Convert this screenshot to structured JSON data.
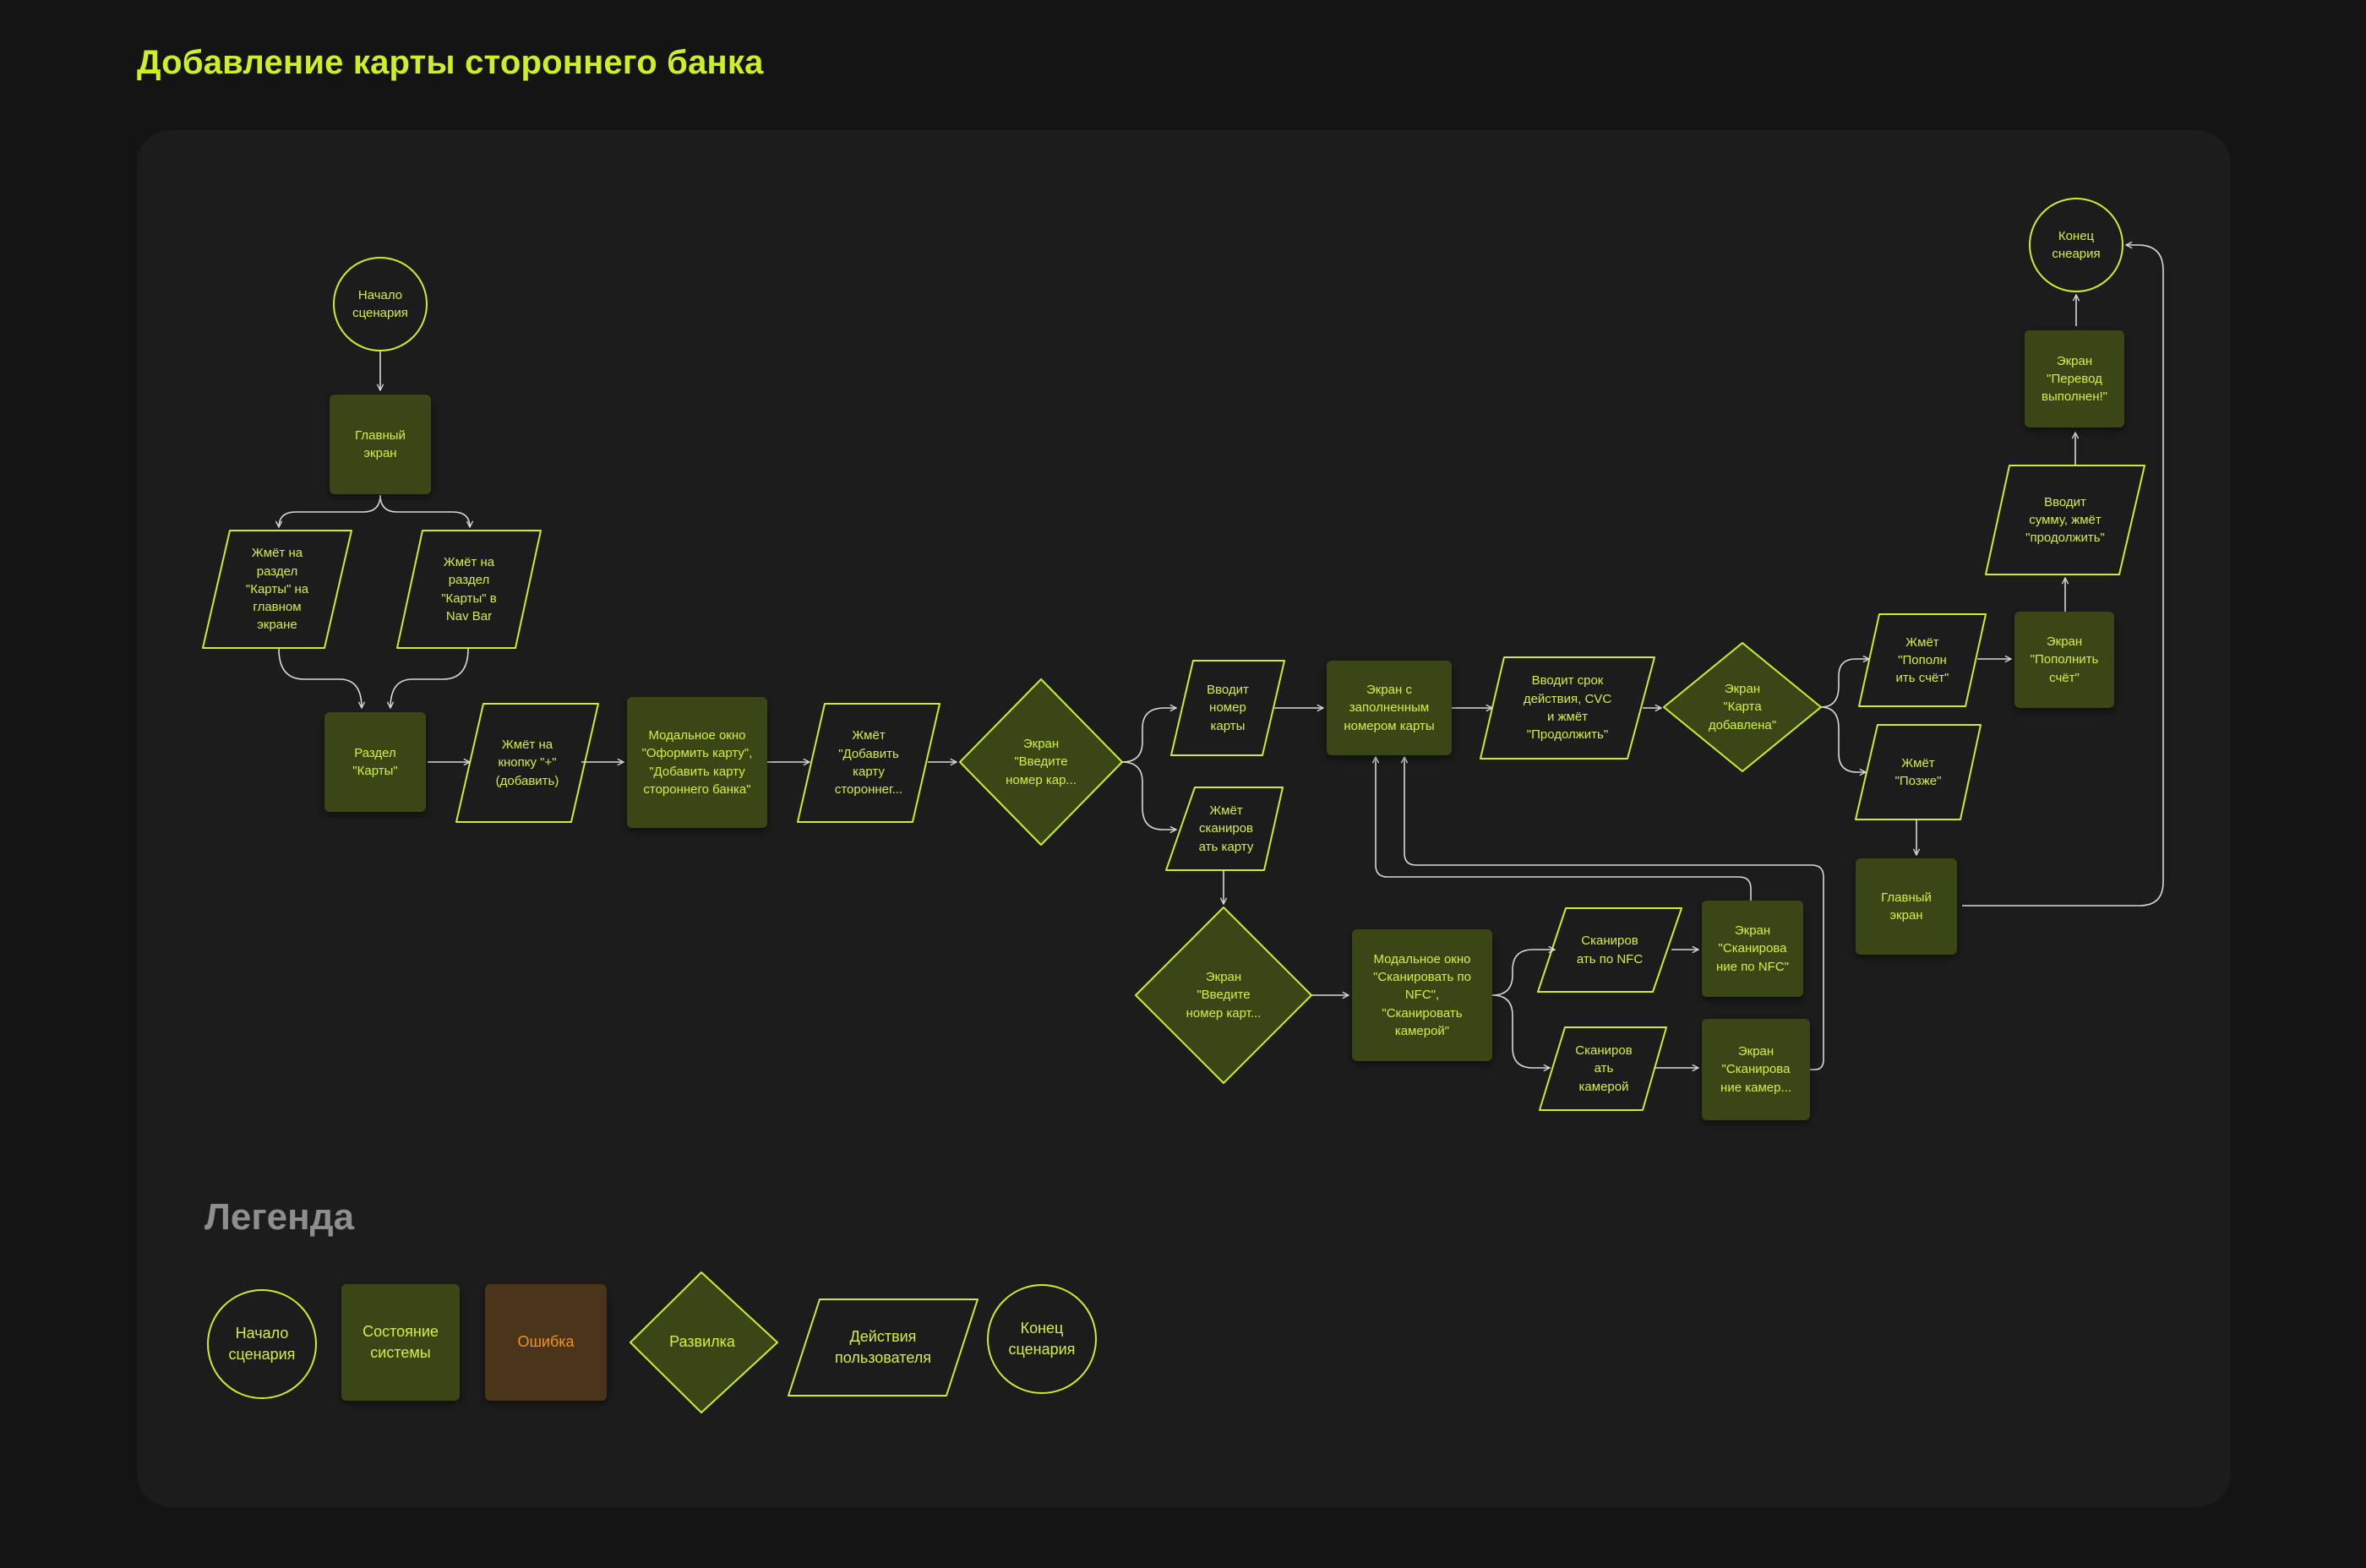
{
  "page": {
    "title": "Добавление карты стороннего банка"
  },
  "flow": {
    "start": "Начало\nсценария",
    "main_screen": "Главный\nэкран",
    "tap_cards_home": "Жмёт на\nраздел\n\"Карты\" на\nглавном\nэкране",
    "tap_cards_navbar": "Жмёт на\nраздел\n\"Карты\" в\nNav Bar",
    "cards_section": "Раздел\n\"Карты\"",
    "tap_add": "Жмёт на\nкнопку \"+\"\n(добавить)",
    "modal_add": "Модальное окно\n\"Оформить карту\",\n\"Добавить карту\nстороннего банка\"",
    "tap_add_other": "Жмёт\n\"Добавить\nкарту\nстороннег...",
    "enter_number_decision": "Экран\n\"Введите\nномер кар...",
    "enters_number": "Вводит\nномер\nкарты",
    "tap_scan": "Жмёт\nсканиров\nать карту",
    "filled_number": "Экран с\nзаполненным\nномером карты",
    "enter_expiry": "Вводит срок\nдействия, CVC\nи жмёт\n\"Продолжить\"",
    "card_added_decision": "Экран\n\"Карта\nдобавлена\"",
    "tap_topup": "Жмёт\n\"Пополн\nить счёт\"",
    "tap_later": "Жмёт\n\"Позже\"",
    "topup_screen": "Экран\n\"Пополнить\nсчёт\"",
    "enter_amount": "Вводит\nсумму, жмёт\n\"продолжить\"",
    "transfer_done": "Экран\n\"Перевод\nвыполнен!\"",
    "end": "Конец\nснеария",
    "main_screen_2": "Главный\nэкран",
    "enter_number_decision_2": "Экран\n\"Введите\nномер карт...",
    "modal_scan": "Модальное окно\n\"Сканировать по\nNFC\",\n\"Сканировать\nкамерой\"",
    "scan_nfc": "Сканиров\nать по NFC",
    "scan_camera": "Сканиров\nать\nкамерой",
    "nfc_screen": "Экран\n\"Сканирова\nние по NFC\"",
    "camera_screen": "Экран\n\"Сканирова\nние камер..."
  },
  "legend": {
    "title": "Легенда",
    "start": "Начало\nсценария",
    "state": "Состояние\nсистемы",
    "error": "Ошибка",
    "decision": "Развилка",
    "action": "Действия\nпользователя",
    "end": "Конец\nсценария"
  },
  "colors": {
    "background": "#141414",
    "board": "#1C1C1C",
    "accent": "#CCF024",
    "state_fill": "#3B4617",
    "error_fill": "#4A341A",
    "error_text": "#F0902A",
    "connector": "#D8D8D8"
  }
}
